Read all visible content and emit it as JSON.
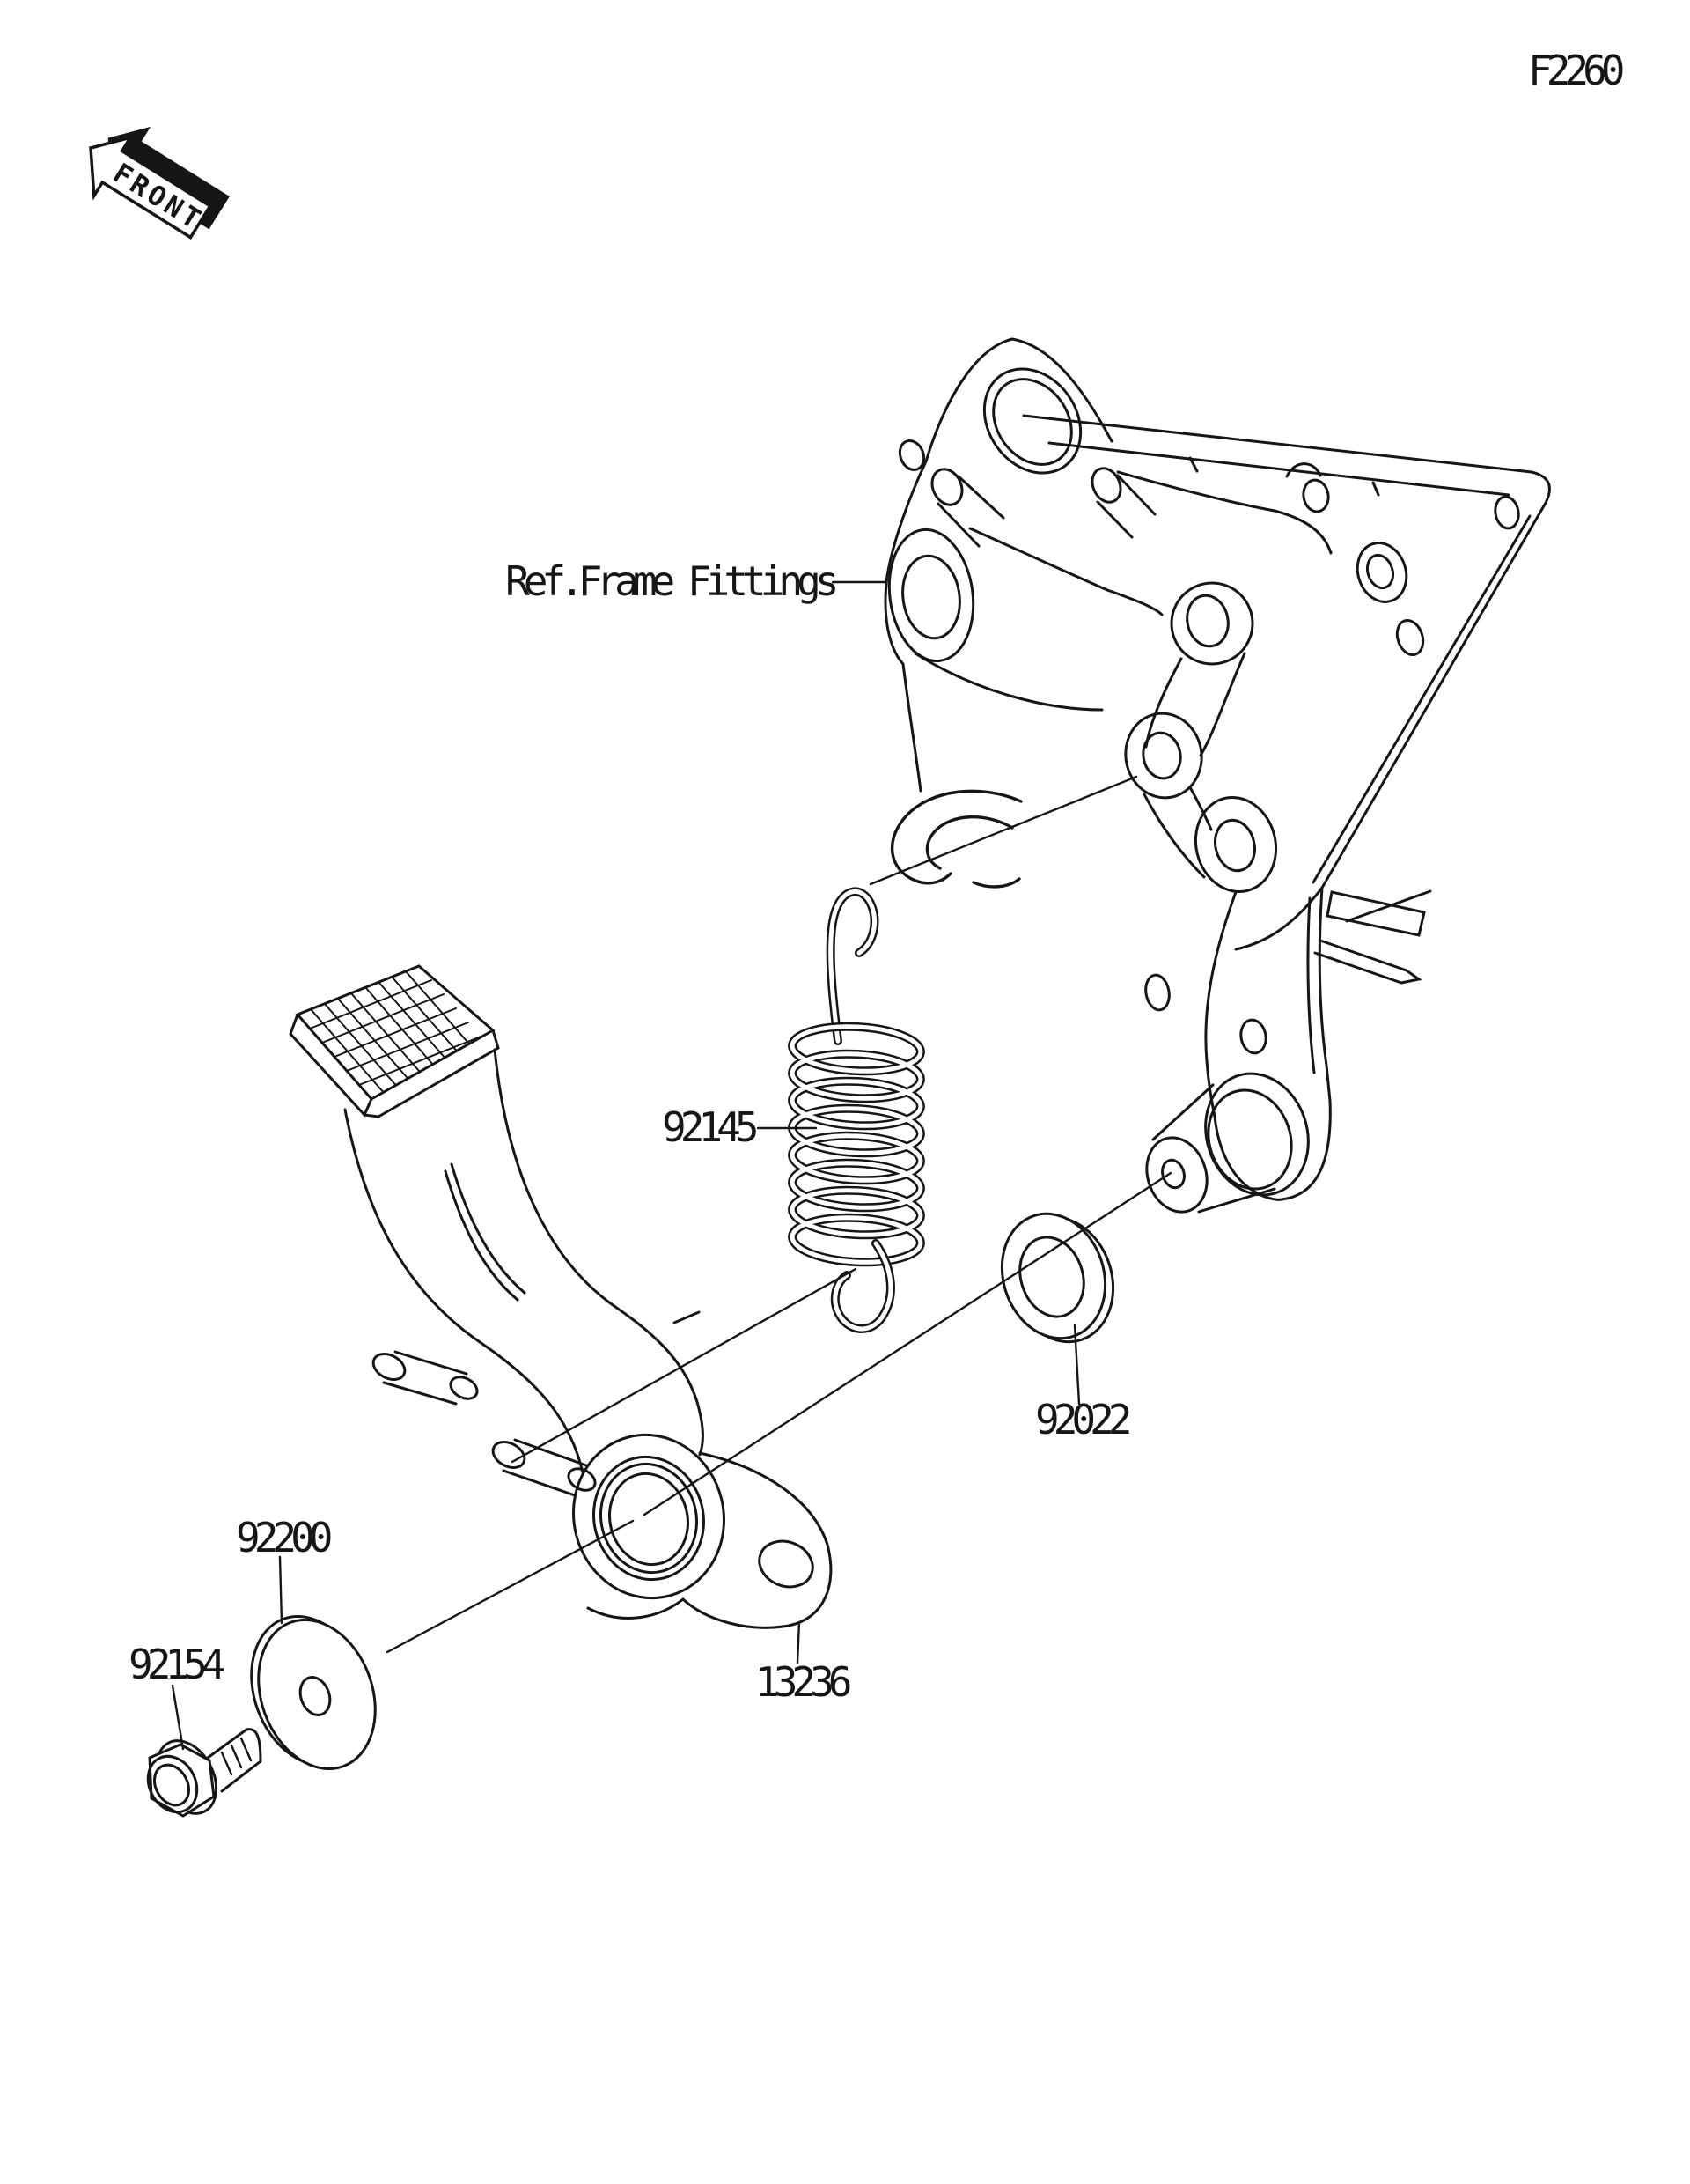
{
  "page": {
    "code": "F2260"
  },
  "front_indicator": {
    "label": "FRONT"
  },
  "reference": {
    "label": "Ref.Frame Fittings"
  },
  "parts": {
    "spring": {
      "number": "92145"
    },
    "washer": {
      "number": "92022"
    },
    "washer_plain": {
      "number": "92200"
    },
    "bolt_flanged": {
      "number": "92154"
    },
    "bracket_pedal": {
      "number": "13236"
    }
  },
  "colors": {
    "line": "#161616",
    "background": "#ffffff"
  }
}
